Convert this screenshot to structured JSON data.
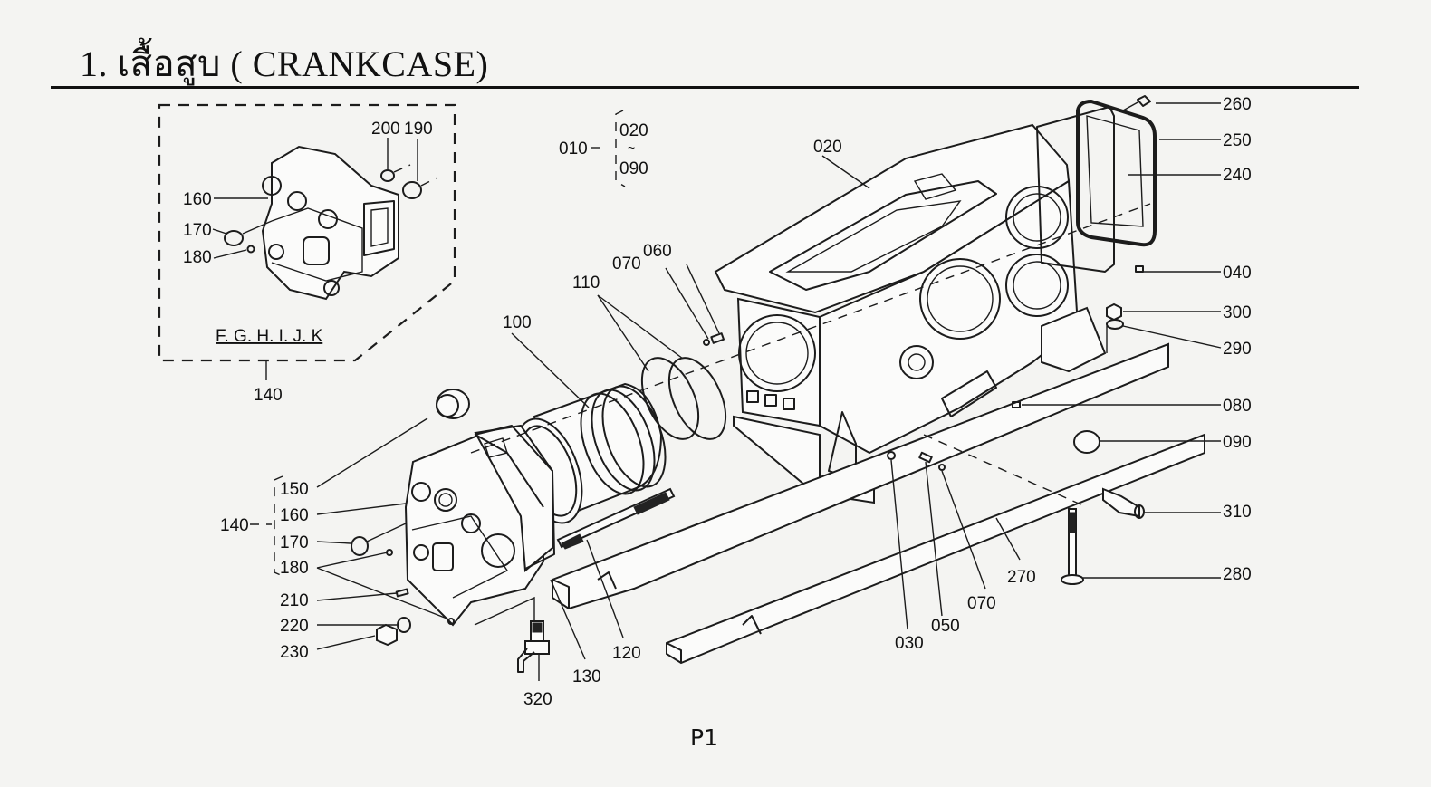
{
  "document": {
    "title": "1. เสื้อสูบ ( CRANKCASE)",
    "page_number": "P1"
  },
  "inset": {
    "caption": "F. G. H. I. J. K",
    "callouts": {
      "c200": "200",
      "c190": "190",
      "c160": "160",
      "c170": "170",
      "c180": "180",
      "c140": "140"
    }
  },
  "assembly_group_010": {
    "parent": "010",
    "range_start": "020",
    "range_sep": "~",
    "range_end": "090"
  },
  "assembly_group_140": {
    "parent": "140",
    "members": [
      "150",
      "160",
      "170",
      "180"
    ]
  },
  "callouts": {
    "c020": "020",
    "c030": "030",
    "c040": "040",
    "c050": "050",
    "c060": "060",
    "c070_top": "070",
    "c070_bottom": "070",
    "c080": "080",
    "c090": "090",
    "c100": "100",
    "c110": "110",
    "c120": "120",
    "c130": "130",
    "c210": "210",
    "c220": "220",
    "c230": "230",
    "c240": "240",
    "c250": "250",
    "c260": "260",
    "c270": "270",
    "c280": "280",
    "c290": "290",
    "c300": "300",
    "c310": "310",
    "c320": "320"
  }
}
